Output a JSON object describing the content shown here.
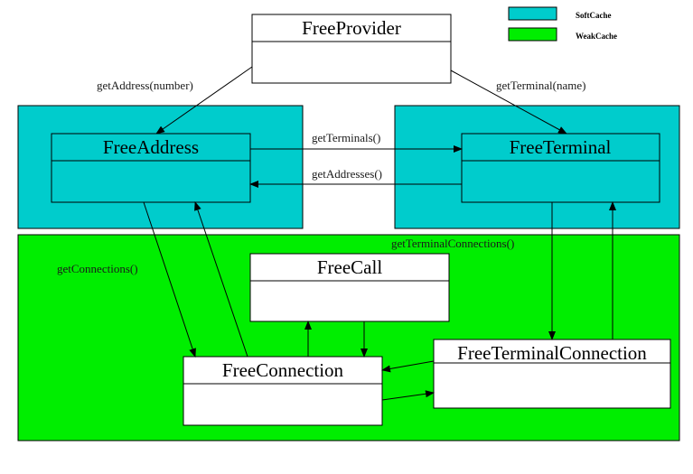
{
  "colors": {
    "soft_cache": "#00CCCC",
    "weak_cache": "#00EE00",
    "class_box": "#FFFFFF",
    "stroke": "#000000"
  },
  "legend": [
    {
      "label": "SoftCache",
      "color": "#00CCCC"
    },
    {
      "label": "WeakCache",
      "color": "#00EE00"
    }
  ],
  "classes": {
    "free_provider": "FreeProvider",
    "free_address": "FreeAddress",
    "free_terminal": "FreeTerminal",
    "free_call": "FreeCall",
    "free_connection": "FreeConnection",
    "free_terminal_connection": "FreeTerminalConnection"
  },
  "labels": {
    "get_address": "getAddress(number)",
    "get_terminal": "getTerminal(name)",
    "get_terminals": "getTerminals()",
    "get_addresses": "getAddresses()",
    "get_terminal_connections": "getTerminalConnections()",
    "get_connections": "getConnections()"
  }
}
